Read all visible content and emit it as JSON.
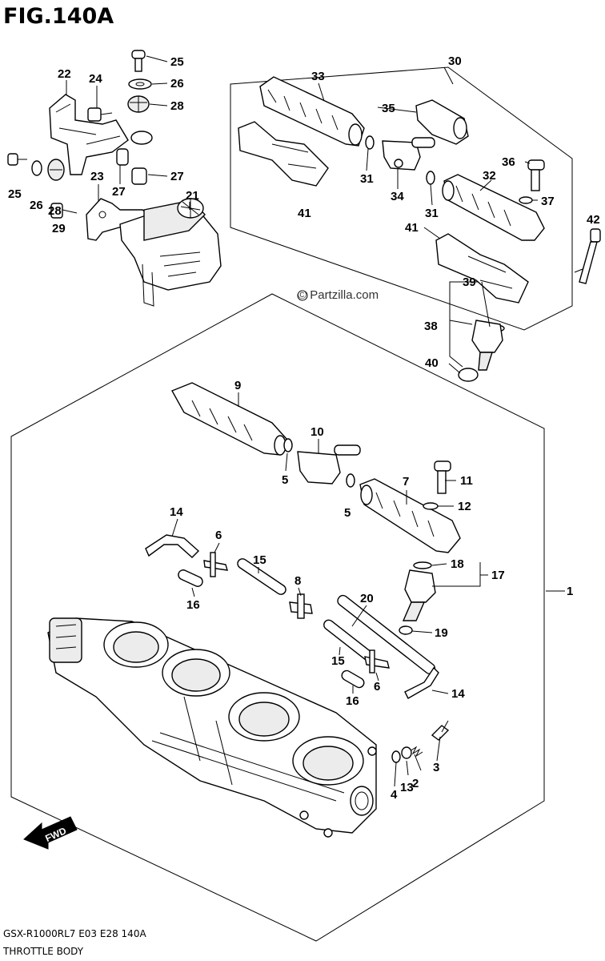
{
  "figure_title": "FIG.140A",
  "watermark": "© Partzilla.com",
  "fwd_label": "FWD",
  "footer": {
    "model_line": "GSX-R1000RL7  E03  E28  140A",
    "section_name": "THROTTLE BODY"
  },
  "callouts": {
    "c1": "1",
    "c2": "2",
    "c3": "3",
    "c4": "4",
    "c5a": "5",
    "c5b": "5",
    "c6a": "6",
    "c6b": "6",
    "c7": "7",
    "c8": "8",
    "c9": "9",
    "c10": "10",
    "c11": "11",
    "c12": "12",
    "c13": "13",
    "c14a": "14",
    "c14b": "14",
    "c15a": "15",
    "c15b": "15",
    "c16a": "16",
    "c16b": "16",
    "c17": "17",
    "c18": "18",
    "c19": "19",
    "c20": "20",
    "c21": "21",
    "c22": "22",
    "c23": "23",
    "c24": "24",
    "c25a": "25",
    "c25b": "25",
    "c26a": "26",
    "c26b": "26",
    "c27a": "27",
    "c27b": "27",
    "c28a": "28",
    "c28b": "28",
    "c29": "29",
    "c30": "30",
    "c31a": "31",
    "c31b": "31",
    "c32": "32",
    "c33": "33",
    "c34": "34",
    "c35": "35",
    "c36": "36",
    "c37": "37",
    "c38": "38",
    "c39": "39",
    "c40": "40",
    "c41a": "41",
    "c41b": "41",
    "c42": "42"
  }
}
